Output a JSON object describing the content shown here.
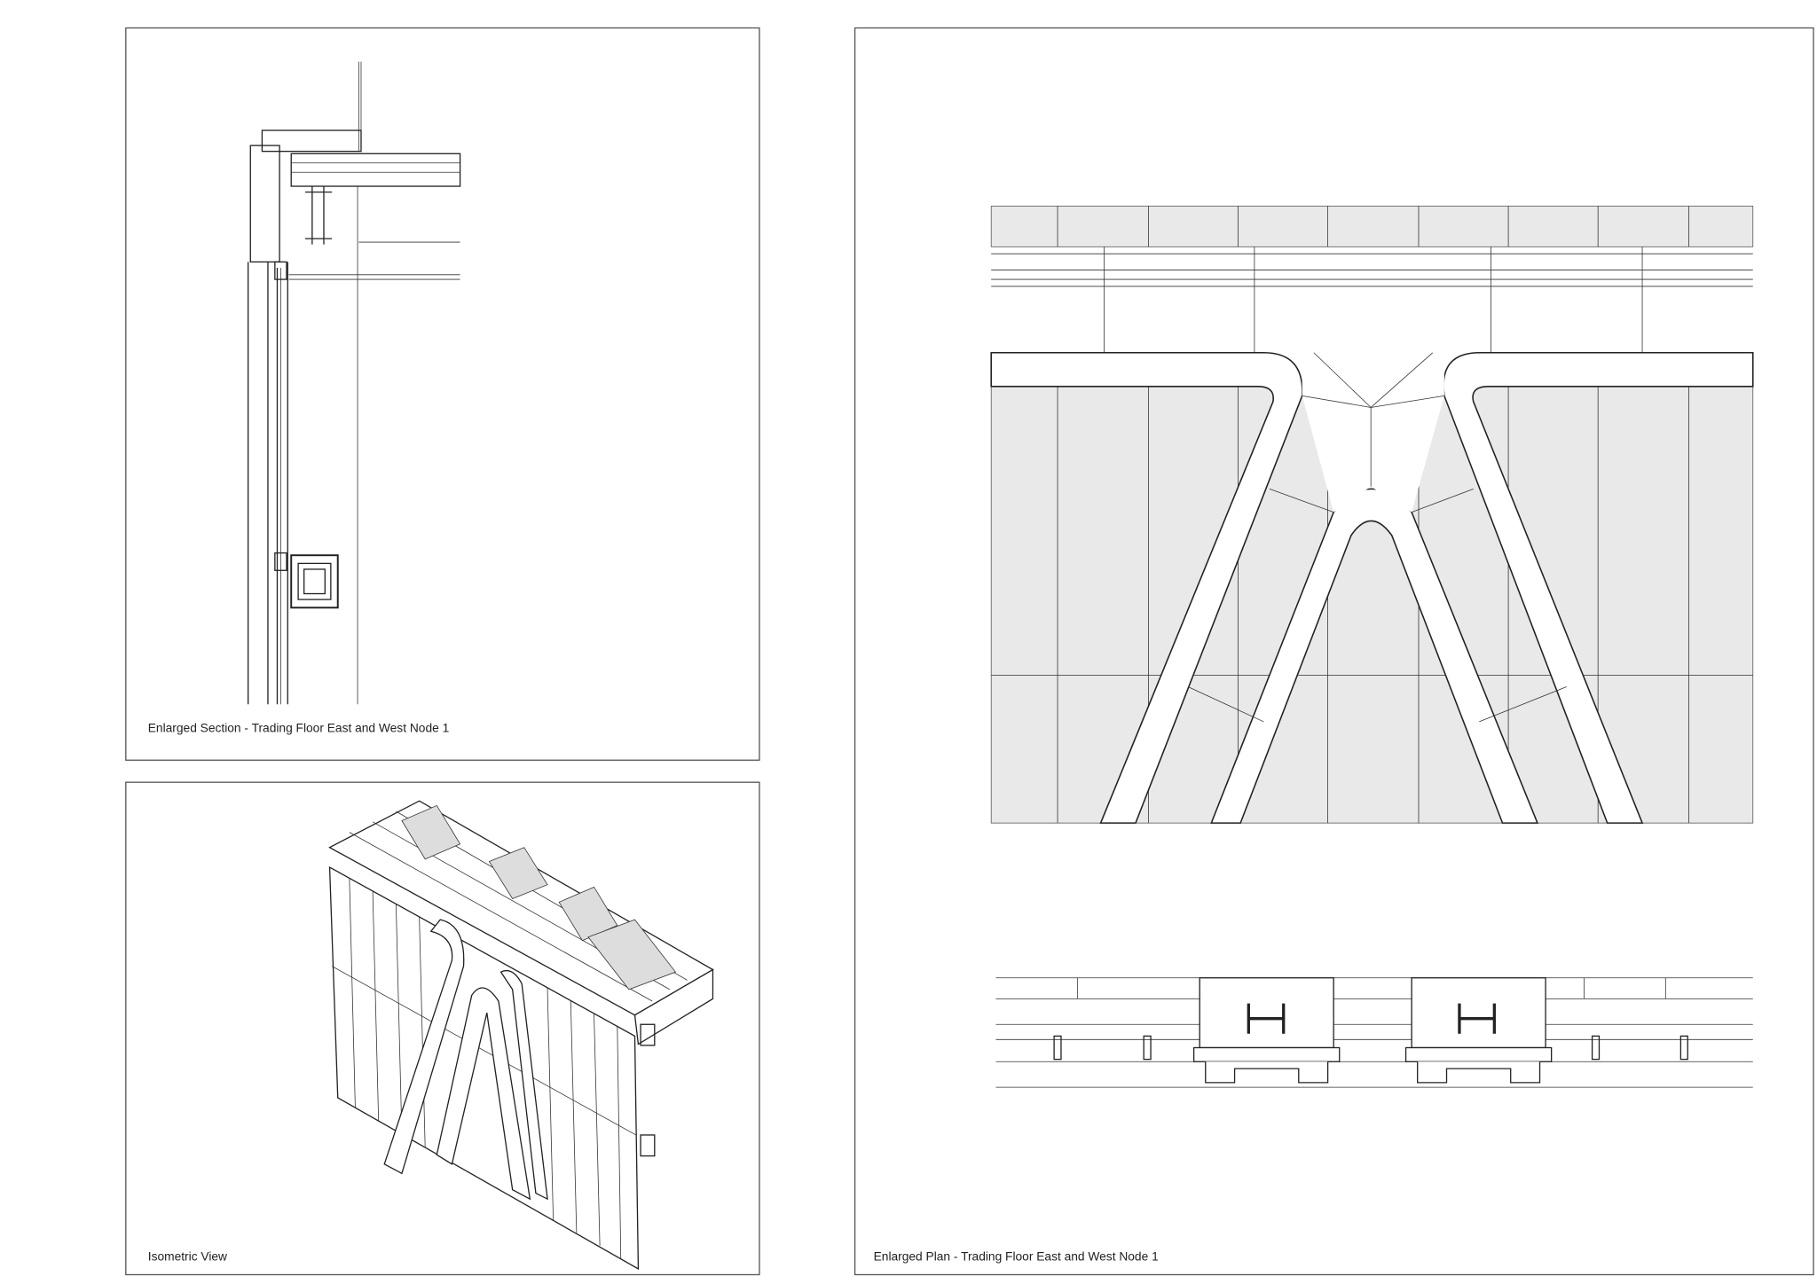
{
  "panels": {
    "section": {
      "caption": "Enlarged Section - Trading Floor East and West Node 1"
    },
    "isometric": {
      "caption": "Isometric View"
    },
    "plan": {
      "caption": "Enlarged Plan - Trading Floor East and West Node 1"
    }
  },
  "colors": {
    "frame": "#555555",
    "glass": "#e9e9e9",
    "line": "#222222"
  }
}
